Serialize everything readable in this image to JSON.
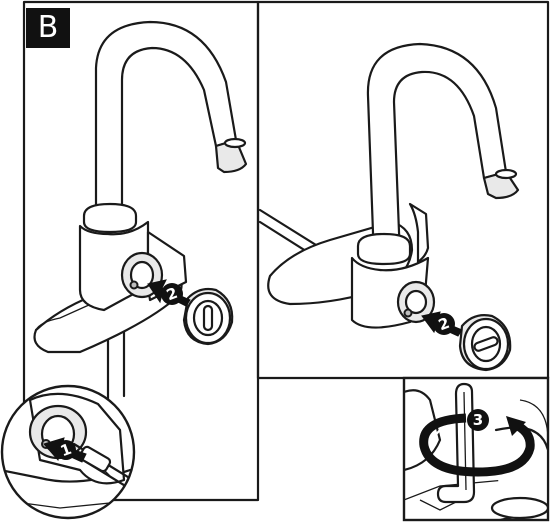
{
  "panel": {
    "label": "B"
  },
  "steps": {
    "one": "1",
    "two_left": "2",
    "two_right": "2",
    "three": "3"
  }
}
